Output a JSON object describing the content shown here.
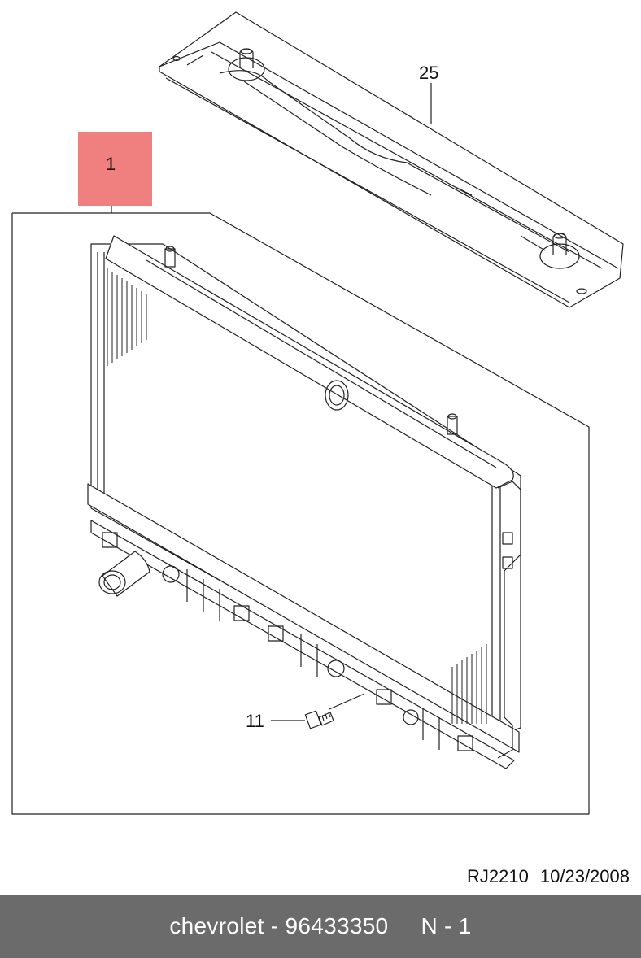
{
  "colors": {
    "highlight": "#f08080",
    "bottom_bar": "#6b6b6b",
    "line": "#222222"
  },
  "callouts": {
    "radiator": "1",
    "upper_support": "25",
    "drain_plug": "11"
  },
  "footer": {
    "ref_code": "RJ2210",
    "date": "10/23/2008"
  },
  "bottom_bar": {
    "caption": "chevrolet - 96433350",
    "page": "N - 1"
  }
}
